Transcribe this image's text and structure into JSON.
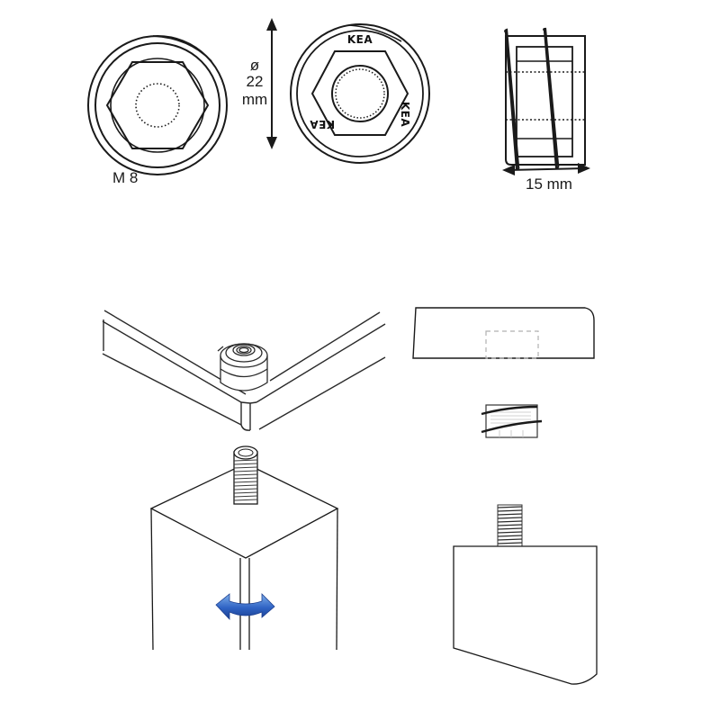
{
  "diagram": {
    "type": "assembly-instruction",
    "subject": "threaded furniture-leg insert (M8) mounting",
    "colors": {
      "line": "#1a1a1a",
      "faint_line": "#b0b0b0",
      "rotate_arrow_light": "#6aa0e0",
      "rotate_arrow_dark": "#1f4fa8"
    }
  },
  "top_view": {
    "thread_label": "M 8",
    "diameter_symbol": "ø",
    "diameter_value": "22",
    "diameter_unit": "mm"
  },
  "bottom_view": {
    "brand_marks": [
      "KEA",
      "KEA",
      "KEA"
    ]
  },
  "side_view": {
    "height_label": "15 mm"
  },
  "steps": [
    {
      "id": "step-1",
      "description": "Insert seated in corner of furniture frame"
    },
    {
      "id": "step-2",
      "description": "Threaded leg screwed in by rotating"
    },
    {
      "id": "step-3",
      "description": "Side view: board with pre-drilled hole"
    },
    {
      "id": "step-4",
      "description": "Side view: insert"
    },
    {
      "id": "step-5",
      "description": "Side view: leg with threaded stud"
    }
  ]
}
